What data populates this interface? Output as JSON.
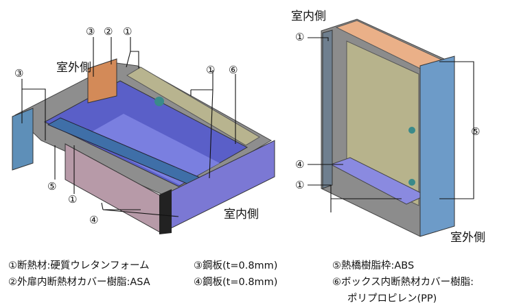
{
  "markers": {
    "m1": "①",
    "m2": "②",
    "m3": "③",
    "m4": "④",
    "m5": "⑤",
    "m6": "⑥"
  },
  "side_labels": {
    "outdoor_left": "室外側",
    "indoor_left": "室内側",
    "indoor_right": "室内側",
    "outdoor_right": "室外側"
  },
  "legend": {
    "item1": "①断熱材:硬質ウレタンフォーム",
    "item2": "②外扉内断熱材カバー樹脂:ASA",
    "item3": "③鋼板(t=0.8mm)",
    "item4": "④鋼板(t=0.8mm)",
    "item5": "⑤熱橋樹脂枠:ABS",
    "item6_line1": "⑥ボックス内断熱材カバー樹脂:",
    "item6_line2": "ポリプロピレン(PP)"
  },
  "colors": {
    "insulation_blue": "#6f74d6",
    "steel_plate_purple": "#b79aa8",
    "frame_gray": "#8c8c8c",
    "abs_frame_blue": "#6d9bc8",
    "pp_cover_tan": "#b8b48f",
    "interior_orange": "#e8a878"
  }
}
